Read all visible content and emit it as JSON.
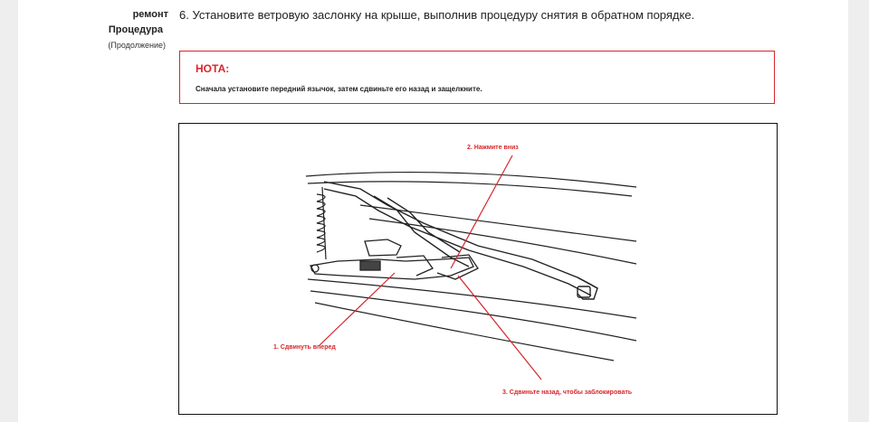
{
  "sidebar": {
    "line1": "ремонт",
    "line2": "Процедура",
    "line3": "(Продолжение)"
  },
  "step": {
    "text": "6. Установите ветровую заслонку на крыше, выполнив процедуру снятия в обратном порядке."
  },
  "note": {
    "title": "НОТА:",
    "text": "Сначала установите передний язычок, затем сдвиньте его назад и защелкните."
  },
  "figure": {
    "callouts": [
      "2. Нажмите вниз",
      "1. Сдвинуть вперед",
      "3. Сдвиньте назад, чтобы заблокировать"
    ],
    "callout_color": "#d6262b"
  }
}
